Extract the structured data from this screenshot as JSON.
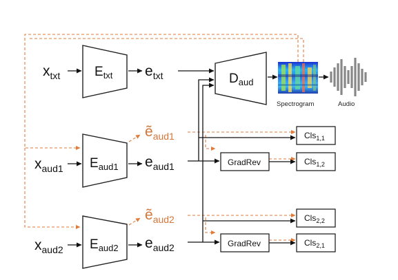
{
  "colors": {
    "line": "#111111",
    "dashed_path": "#e07b39",
    "text_orange": "#d2763a"
  },
  "encoders": {
    "txt": {
      "input_main": "x",
      "input_sub": "txt",
      "block_main": "E",
      "block_sub": "txt",
      "output_main": "e",
      "output_sub": "txt"
    },
    "aud1": {
      "input_main": "x",
      "input_sub": "aud1",
      "block_main": "E",
      "block_sub": "aud1",
      "output_main": "e",
      "output_sub": "aud1",
      "tilde_main": "ẽ",
      "tilde_sub": "aud1"
    },
    "aud2": {
      "input_main": "x",
      "input_sub": "aud2",
      "block_main": "E",
      "block_sub": "aud2",
      "output_main": "e",
      "output_sub": "aud2",
      "tilde_main": "ẽ",
      "tilde_sub": "aud2"
    }
  },
  "decoder": {
    "main": "D",
    "sub": "aud"
  },
  "spectrogram_label": "Spectrogram",
  "audio_label": "Audio",
  "gradrev_label": "GradRev",
  "classifiers": [
    {
      "main": "Cls",
      "sub": "1,1"
    },
    {
      "main": "Cls",
      "sub": "1,2"
    },
    {
      "main": "Cls",
      "sub": "2,2"
    },
    {
      "main": "Cls",
      "sub": "2,1"
    }
  ]
}
